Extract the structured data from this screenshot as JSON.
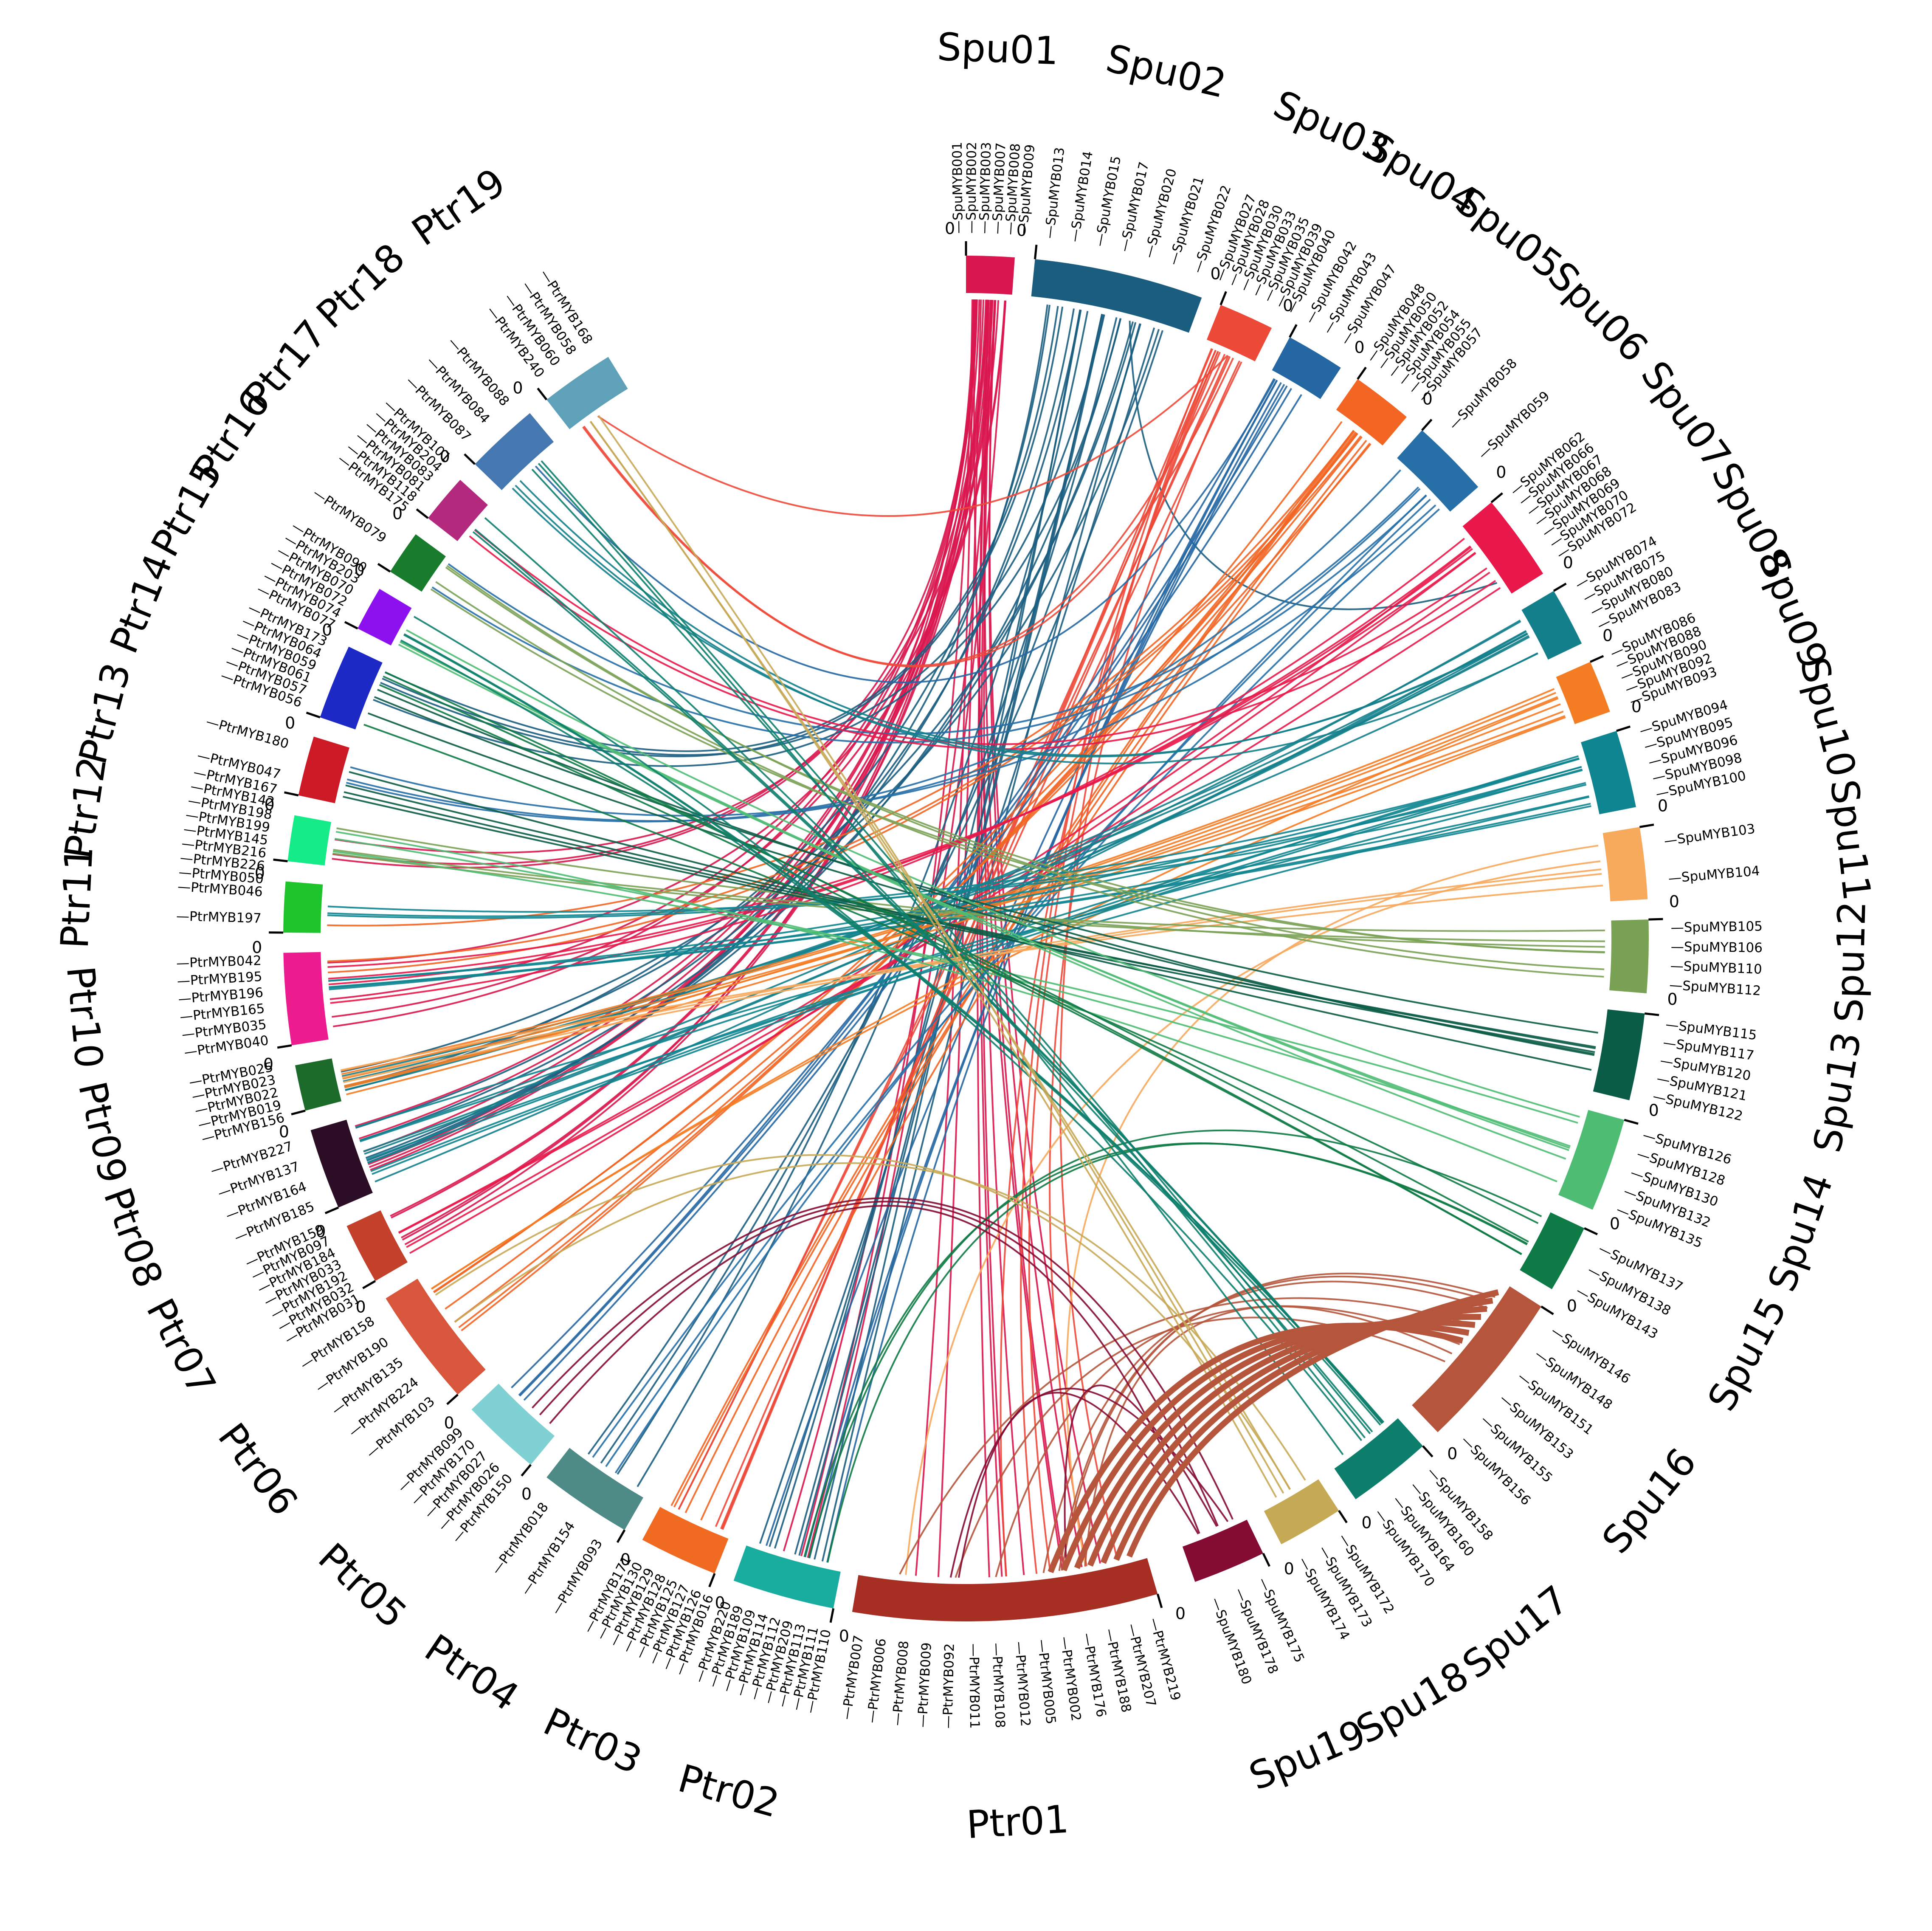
{
  "colors": {
    "Ptr01": "#a62e23",
    "Ptr02": "#18ad9e",
    "Ptr03": "#f16a22",
    "Ptr04": "#4e8a86",
    "Ptr05": "#7fd1d3",
    "Ptr06": "#d8563b",
    "Ptr07": "#c3402a",
    "Ptr08": "#2b0e26",
    "Ptr09": "#1d6b2a",
    "Ptr10": "#ec1c8e",
    "Ptr11": "#1fc42d",
    "Ptr12": "#15ec88",
    "Ptr13": "#cc1b26",
    "Ptr14": "#1c29c5",
    "Ptr15": "#8d10ef",
    "Ptr16": "#197b2c",
    "Ptr17": "#b2297d",
    "Ptr18": "#4577b0",
    "Ptr19": "#5ea1b8",
    "Spu01": "#d9164e",
    "Spu02": "#1b5d7f",
    "Spu03": "#ed4938",
    "Spu04": "#2567a3",
    "Spu05": "#f26522",
    "Spu06": "#266fa7",
    "Spu07": "#e8184a",
    "Spu08": "#137f8b",
    "Spu09": "#f47c23",
    "Spu10": "#0e8590",
    "Spu11": "#f7a95c",
    "Spu12": "#7aa255",
    "Spu13": "#0b5c46",
    "Spu14": "#4fbc74",
    "Spu15": "#0e7a45",
    "Spu16": "#b5553c",
    "Spu17": "#0d7e6b",
    "Spu18": "#c6a955",
    "Spu19": "#840b31"
  },
  "chromosomes": [
    {
      "name": "Ptr01",
      "zero": "0",
      "genes": [
        "PtrMYB219",
        "PtrMYB207",
        "PtrMYB188",
        "PtrMYB176",
        "PtrMYB002",
        "PtrMYB005",
        "PtrMYB012",
        "PtrMYB108",
        "PtrMYB011",
        "PtrMYB092",
        "PtrMYB009",
        "PtrMYB008",
        "PtrMYB006",
        "PtrMYB007"
      ]
    },
    {
      "name": "Ptr02",
      "zero": "0",
      "genes": [
        "PtrMYB110",
        "PtrMYB111",
        "PtrMYB113",
        "PtrMYB209",
        "PtrMYB112",
        "PtrMYB114",
        "PtrMYB109",
        "PtrMYB189",
        "PtrMYB220"
      ]
    },
    {
      "name": "Ptr03",
      "zero": "0",
      "genes": [
        "PtrMYB016",
        "PtrMYB126",
        "PtrMYB127",
        "PtrMYB125",
        "PtrMYB128",
        "PtrMYB129",
        "PtrMYB130",
        "PtrMYB171"
      ]
    },
    {
      "name": "Ptr04",
      "zero": "0",
      "genes": [
        "PtrMYB093",
        "PtrMYB154",
        "PtrMYB018"
      ]
    },
    {
      "name": "Ptr05",
      "zero": "0",
      "genes": [
        "PtrMYB150",
        "PtrMYB026",
        "PtrMYB027",
        "PtrMYB170",
        "PtrMYB099"
      ]
    },
    {
      "name": "Ptr06",
      "zero": "0",
      "genes": [
        "PtrMYB103",
        "PtrMYB224",
        "PtrMYB135",
        "PtrMYB190",
        "PtrMYB158"
      ]
    },
    {
      "name": "Ptr07",
      "zero": "0",
      "genes": [
        "PtrMYB031",
        "PtrMYB032",
        "PtrMYB192",
        "PtrMYB033",
        "PtrMYB184",
        "PtrMYB097",
        "PtrMYB159"
      ]
    },
    {
      "name": "Ptr08",
      "zero": "0",
      "genes": [
        "PtrMYB185",
        "PtrMYB164",
        "PtrMYB137",
        "PtrMYB227"
      ]
    },
    {
      "name": "Ptr09",
      "zero": "0",
      "genes": [
        "PtrMYB156",
        "PtrMYB019",
        "PtrMYB022",
        "PtrMYB023",
        "PtrMYB025"
      ]
    },
    {
      "name": "Ptr10",
      "zero": "0",
      "genes": [
        "PtrMYB040",
        "PtrMYB035",
        "PtrMYB165",
        "PtrMYB196",
        "PtrMYB195",
        "PtrMYB042"
      ]
    },
    {
      "name": "Ptr11",
      "zero": "0",
      "genes": [
        "PtrMYB197",
        "PtrMYB046"
      ]
    },
    {
      "name": "Ptr12",
      "zero": "0",
      "genes": [
        "PtrMYB050",
        "PtrMYB226",
        "PtrMYB216",
        "PtrMYB145",
        "PtrMYB199",
        "PtrMYB198",
        "PtrMYB142",
        "PtrMYB167"
      ]
    },
    {
      "name": "Ptr13",
      "zero": "0",
      "genes": [
        "PtrMYB047",
        "PtrMYB180"
      ]
    },
    {
      "name": "Ptr14",
      "zero": "0",
      "genes": [
        "PtrMYB056",
        "PtrMYB057",
        "PtrMYB061",
        "PtrMYB059",
        "PtrMYB064",
        "PtrMYB173"
      ]
    },
    {
      "name": "Ptr15",
      "zero": "0",
      "genes": [
        "PtrMYB077",
        "PtrMYB074",
        "PtrMYB072",
        "PtrMYB070",
        "PtrMYB203",
        "PtrMYB090"
      ]
    },
    {
      "name": "Ptr16",
      "zero": "0",
      "genes": [
        "PtrMYB079"
      ]
    },
    {
      "name": "Ptr17",
      "zero": "0",
      "genes": [
        "PtrMYB175",
        "PtrMYB118",
        "PtrMYB081",
        "PtrMYB083",
        "PtrMYB204",
        "PtrMYB101"
      ]
    },
    {
      "name": "Ptr18",
      "zero": "0",
      "genes": [
        "PtrMYB087",
        "PtrMYB084",
        "PtrMYB088"
      ]
    },
    {
      "name": "Ptr19",
      "zero": "0",
      "genes": [
        "PtrMYB240",
        "PtrMYB060",
        "PtrMYB058",
        "PtrMYB168"
      ]
    },
    {
      "name": "Spu01",
      "zero": "0",
      "genes": [
        "SpuMYB001",
        "SpuMYB002",
        "SpuMYB003",
        "SpuMYB007",
        "SpuMYB008",
        "SpuMYB009"
      ]
    },
    {
      "name": "Spu02",
      "zero": "0",
      "genes": [
        "SpuMYB013",
        "SpuMYB014",
        "SpuMYB015",
        "SpuMYB017",
        "SpuMYB020",
        "SpuMYB021",
        "SpuMYB022"
      ]
    },
    {
      "name": "Spu03",
      "zero": "0",
      "genes": [
        "SpuMYB027",
        "SpuMYB028",
        "SpuMYB030",
        "SpuMYB033",
        "SpuMYB035",
        "SpuMYB039",
        "SpuMYB040"
      ]
    },
    {
      "name": "Spu04",
      "zero": "0",
      "genes": [
        "SpuMYB042",
        "SpuMYB043",
        "SpuMYB047"
      ]
    },
    {
      "name": "Spu05",
      "zero": "0",
      "genes": [
        "SpuMYB048",
        "SpuMYB050",
        "SpuMYB052",
        "SpuMYB054",
        "SpuMYB055",
        "SpuMYB057"
      ]
    },
    {
      "name": "Spu06",
      "zero": "0",
      "genes": [
        "SpuMYB058",
        "SpuMYB059"
      ]
    },
    {
      "name": "Spu07",
      "zero": "0",
      "genes": [
        "SpuMYB062",
        "SpuMYB066",
        "SpuMYB067",
        "SpuMYB068",
        "SpuMYB069",
        "SpuMYB070",
        "SpuMYB072"
      ]
    },
    {
      "name": "Spu08",
      "zero": "0",
      "genes": [
        "SpuMYB074",
        "SpuMYB075",
        "SpuMYB080",
        "SpuMYB083"
      ]
    },
    {
      "name": "Spu09",
      "zero": "0",
      "genes": [
        "SpuMYB086",
        "SpuMYB088",
        "SpuMYB090",
        "SpuMYB092",
        "SpuMYB093"
      ]
    },
    {
      "name": "Spu10",
      "zero": "0",
      "genes": [
        "SpuMYB094",
        "SpuMYB095",
        "SpuMYB096",
        "SpuMYB098",
        "SpuMYB100"
      ]
    },
    {
      "name": "Spu11",
      "zero": "0",
      "genes": [
        "SpuMYB103",
        "SpuMYB104"
      ]
    },
    {
      "name": "Spu12",
      "zero": "0",
      "genes": [
        "SpuMYB105",
        "SpuMYB106",
        "SpuMYB110",
        "SpuMYB112"
      ]
    },
    {
      "name": "Spu13",
      "zero": "0",
      "genes": [
        "SpuMYB115",
        "SpuMYB117",
        "SpuMYB120",
        "SpuMYB121",
        "SpuMYB122"
      ]
    },
    {
      "name": "Spu14",
      "zero": "0",
      "genes": [
        "SpuMYB126",
        "SpuMYB128",
        "SpuMYB130",
        "SpuMYB132",
        "SpuMYB135"
      ]
    },
    {
      "name": "Spu15",
      "zero": "0",
      "genes": [
        "SpuMYB137",
        "SpuMYB138",
        "SpuMYB143"
      ]
    },
    {
      "name": "Spu16",
      "zero": "0",
      "genes": [
        "SpuMYB146",
        "SpuMYB148",
        "SpuMYB151",
        "SpuMYB153",
        "SpuMYB155",
        "SpuMYB156"
      ]
    },
    {
      "name": "Spu17",
      "zero": "0",
      "genes": [
        "SpuMYB158",
        "SpuMYB160",
        "SpuMYB164",
        "SpuMYB170"
      ]
    },
    {
      "name": "Spu18",
      "zero": "0",
      "genes": [
        "SpuMYB172",
        "SpuMYB173",
        "SpuMYB174"
      ]
    },
    {
      "name": "Spu19",
      "zero": "0",
      "genes": [
        "SpuMYB175",
        "SpuMYB178",
        "SpuMYB180"
      ]
    }
  ],
  "links": [
    {
      "from": "Spu01",
      "to": "Ptr01",
      "count": 10
    },
    {
      "from": "Spu01",
      "to": "Ptr10",
      "count": 4
    },
    {
      "from": "Spu01",
      "to": "Ptr08",
      "count": 6
    },
    {
      "from": "Spu01",
      "to": "Ptr07",
      "count": 5
    },
    {
      "from": "Spu01",
      "to": "Ptr12",
      "count": 3
    },
    {
      "from": "Spu01",
      "to": "Ptr02",
      "count": 3
    },
    {
      "from": "Spu02",
      "to": "Ptr02",
      "count": 7
    },
    {
      "from": "Spu02",
      "to": "Ptr04",
      "count": 4
    },
    {
      "from": "Spu02",
      "to": "Ptr08",
      "count": 5
    },
    {
      "from": "Spu02",
      "to": "Ptr14",
      "count": 4
    },
    {
      "from": "Spu02",
      "to": "Ptr09",
      "count": 3
    },
    {
      "from": "Spu02",
      "to": "Spu07",
      "count": 1
    },
    {
      "from": "Spu03",
      "to": "Ptr03",
      "count": 6
    },
    {
      "from": "Spu03",
      "to": "Ptr01",
      "count": 5
    },
    {
      "from": "Spu03",
      "to": "Ptr19",
      "count": 3
    },
    {
      "from": "Spu04",
      "to": "Ptr05",
      "count": 4
    },
    {
      "from": "Spu04",
      "to": "Ptr02",
      "count": 4
    },
    {
      "from": "Spu04",
      "to": "Ptr18",
      "count": 1
    },
    {
      "from": "Spu05",
      "to": "Ptr06",
      "count": 6
    },
    {
      "from": "Spu05",
      "to": "Ptr03",
      "count": 4
    },
    {
      "from": "Spu05",
      "to": "Ptr10",
      "count": 2
    },
    {
      "from": "Spu05",
      "to": "Ptr11",
      "count": 1
    },
    {
      "from": "Spu06",
      "to": "Ptr04",
      "count": 3
    },
    {
      "from": "Spu06",
      "to": "Ptr13",
      "count": 3
    },
    {
      "from": "Spu06",
      "to": "Ptr16",
      "count": 2
    },
    {
      "from": "Spu07",
      "to": "Ptr07",
      "count": 4
    },
    {
      "from": "Spu07",
      "to": "Ptr10",
      "count": 4
    },
    {
      "from": "Spu07",
      "to": "Ptr17",
      "count": 2
    },
    {
      "from": "Spu08",
      "to": "Ptr09",
      "count": 4
    },
    {
      "from": "Spu08",
      "to": "Ptr08",
      "count": 4
    },
    {
      "from": "Spu08",
      "to": "Ptr18",
      "count": 3
    },
    {
      "from": "Spu09",
      "to": "Ptr09",
      "count": 6
    },
    {
      "from": "Spu09",
      "to": "Ptr06",
      "count": 2
    },
    {
      "from": "Spu10",
      "to": "Ptr08",
      "count": 6
    },
    {
      "from": "Spu10",
      "to": "Ptr10",
      "count": 5
    },
    {
      "from": "Spu10",
      "to": "Ptr11",
      "count": 3
    },
    {
      "from": "Spu11",
      "to": "Ptr09",
      "count": 3
    },
    {
      "from": "Spu11",
      "to": "Ptr01",
      "count": 2
    },
    {
      "from": "Spu12",
      "to": "Ptr16",
      "count": 4
    },
    {
      "from": "Spu12",
      "to": "Ptr12",
      "count": 3
    },
    {
      "from": "Spu13",
      "to": "Ptr13",
      "count": 4
    },
    {
      "from": "Spu13",
      "to": "Ptr14",
      "count": 3
    },
    {
      "from": "Spu14",
      "to": "Ptr15",
      "count": 4
    },
    {
      "from": "Spu14",
      "to": "Ptr12",
      "count": 3
    },
    {
      "from": "Spu15",
      "to": "Ptr14",
      "count": 4
    },
    {
      "from": "Spu15",
      "to": "Ptr02",
      "count": 3
    },
    {
      "from": "Spu16",
      "to": "Ptr01",
      "count": 7
    },
    {
      "from": "Spu17",
      "to": "Ptr15",
      "count": 4
    },
    {
      "from": "Spu17",
      "to": "Ptr17",
      "count": 3
    },
    {
      "from": "Spu17",
      "to": "Ptr18",
      "count": 3
    },
    {
      "from": "Spu18",
      "to": "Ptr19",
      "count": 3
    },
    {
      "from": "Spu18",
      "to": "Ptr06",
      "count": 2
    },
    {
      "from": "Spu19",
      "to": "Ptr01",
      "count": 3
    },
    {
      "from": "Spu19",
      "to": "Ptr05",
      "count": 3
    }
  ]
}
